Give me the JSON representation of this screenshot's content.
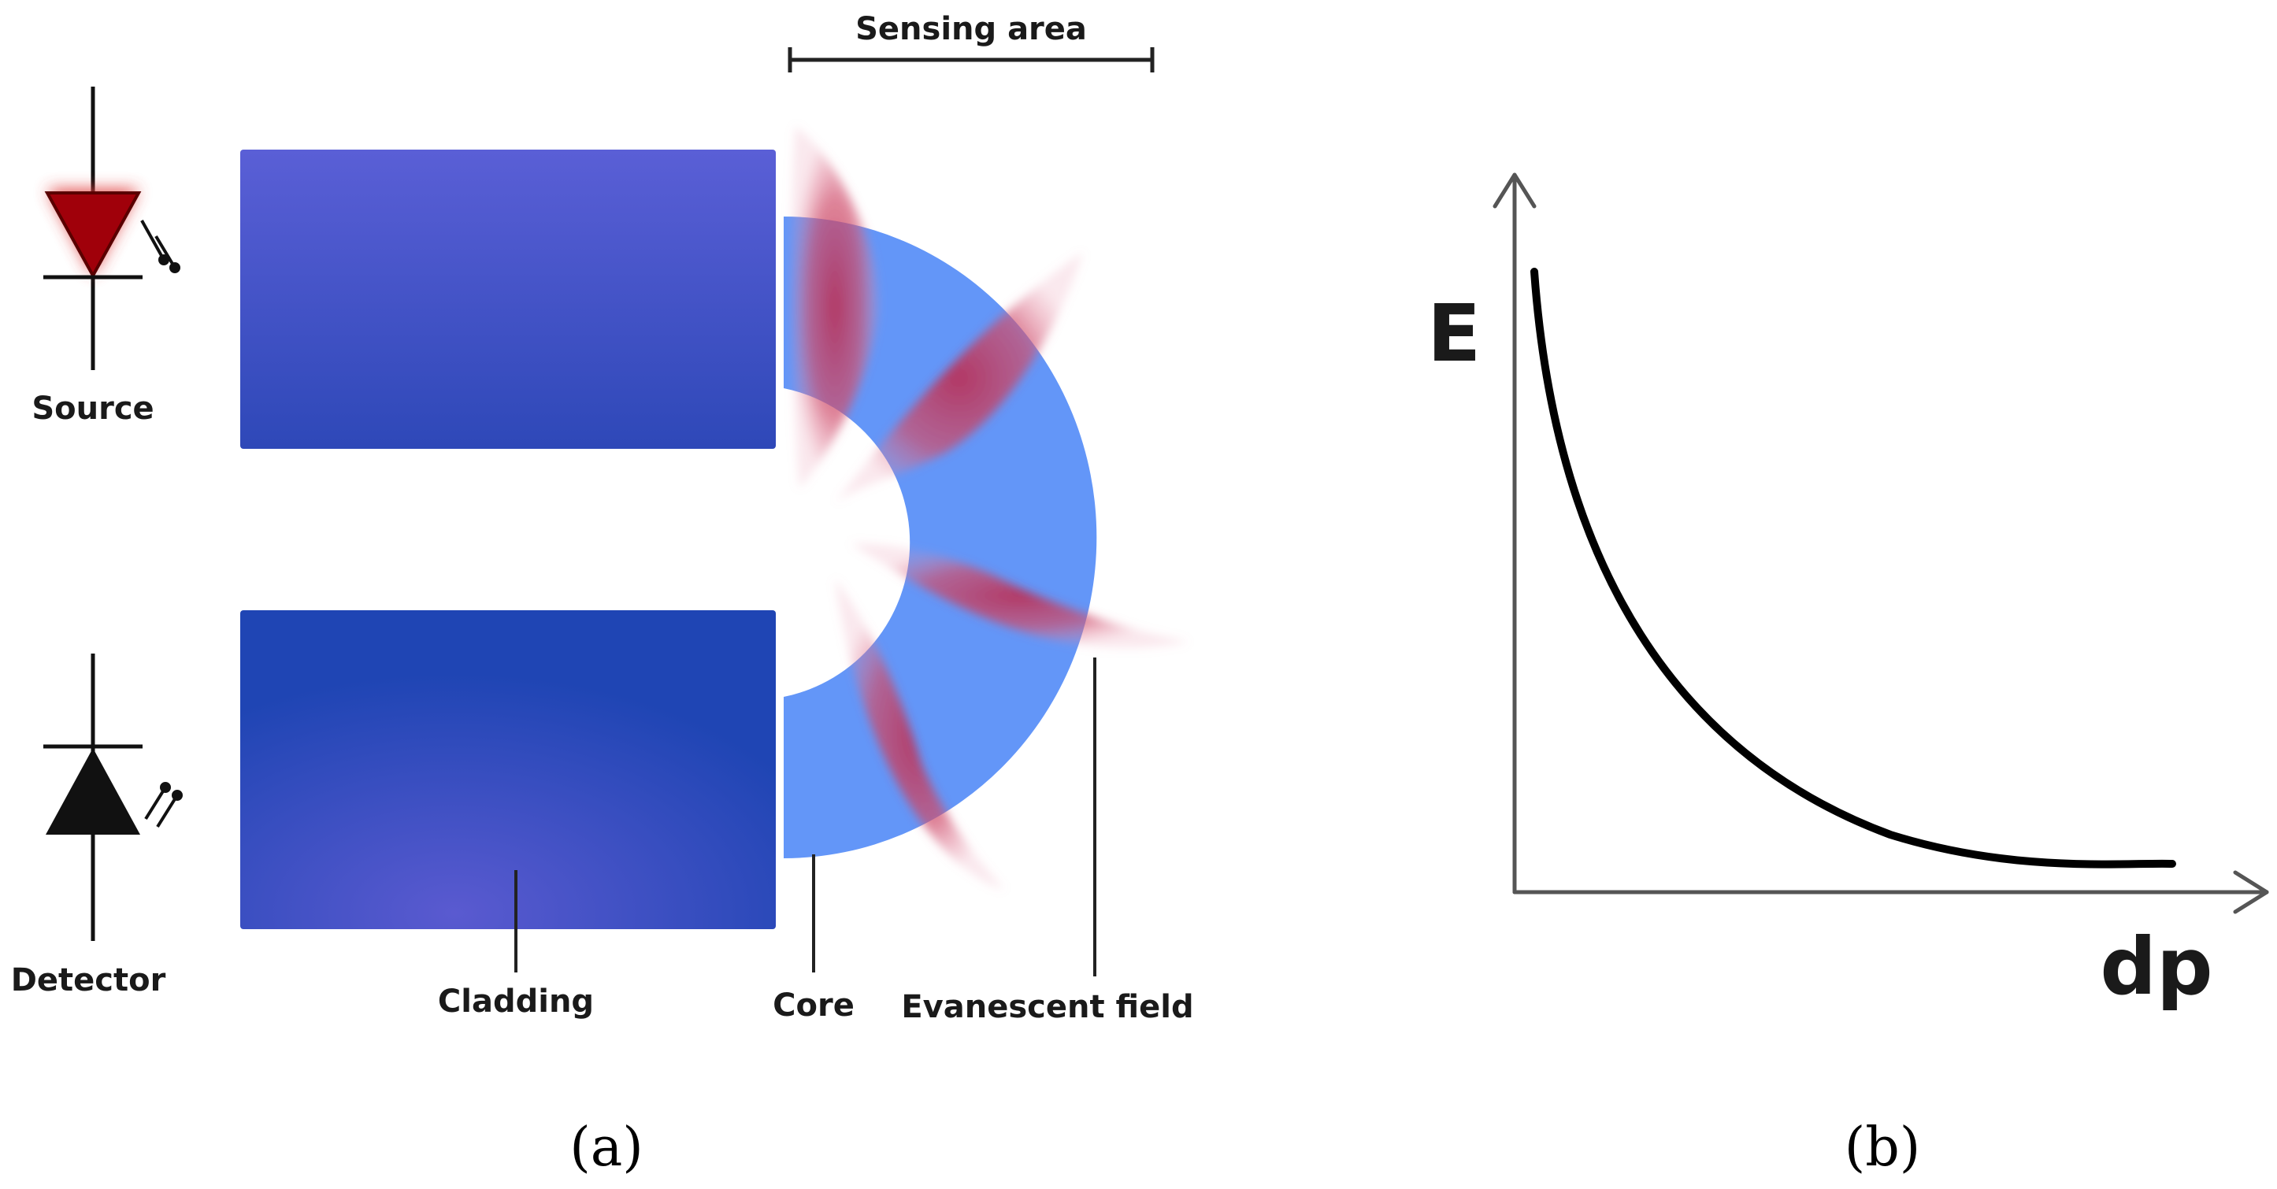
{
  "panel_a": {
    "label": "(a)",
    "sensing_area": "Sensing area",
    "source": "Source",
    "detector": "Detector",
    "cladding": "Cladding",
    "core": "Core",
    "evanescent_field": "Evanescent field",
    "colors": {
      "cladding": "#3f51c8",
      "core": "#5b8ef5",
      "evanescent": "#c8304f",
      "source": "#a0000a",
      "detector": "#111111"
    }
  },
  "panel_b": {
    "label": "(b)",
    "ylabel": "E",
    "xlabel": "dp",
    "curve": "decaying (E decreases as dp increases)"
  }
}
